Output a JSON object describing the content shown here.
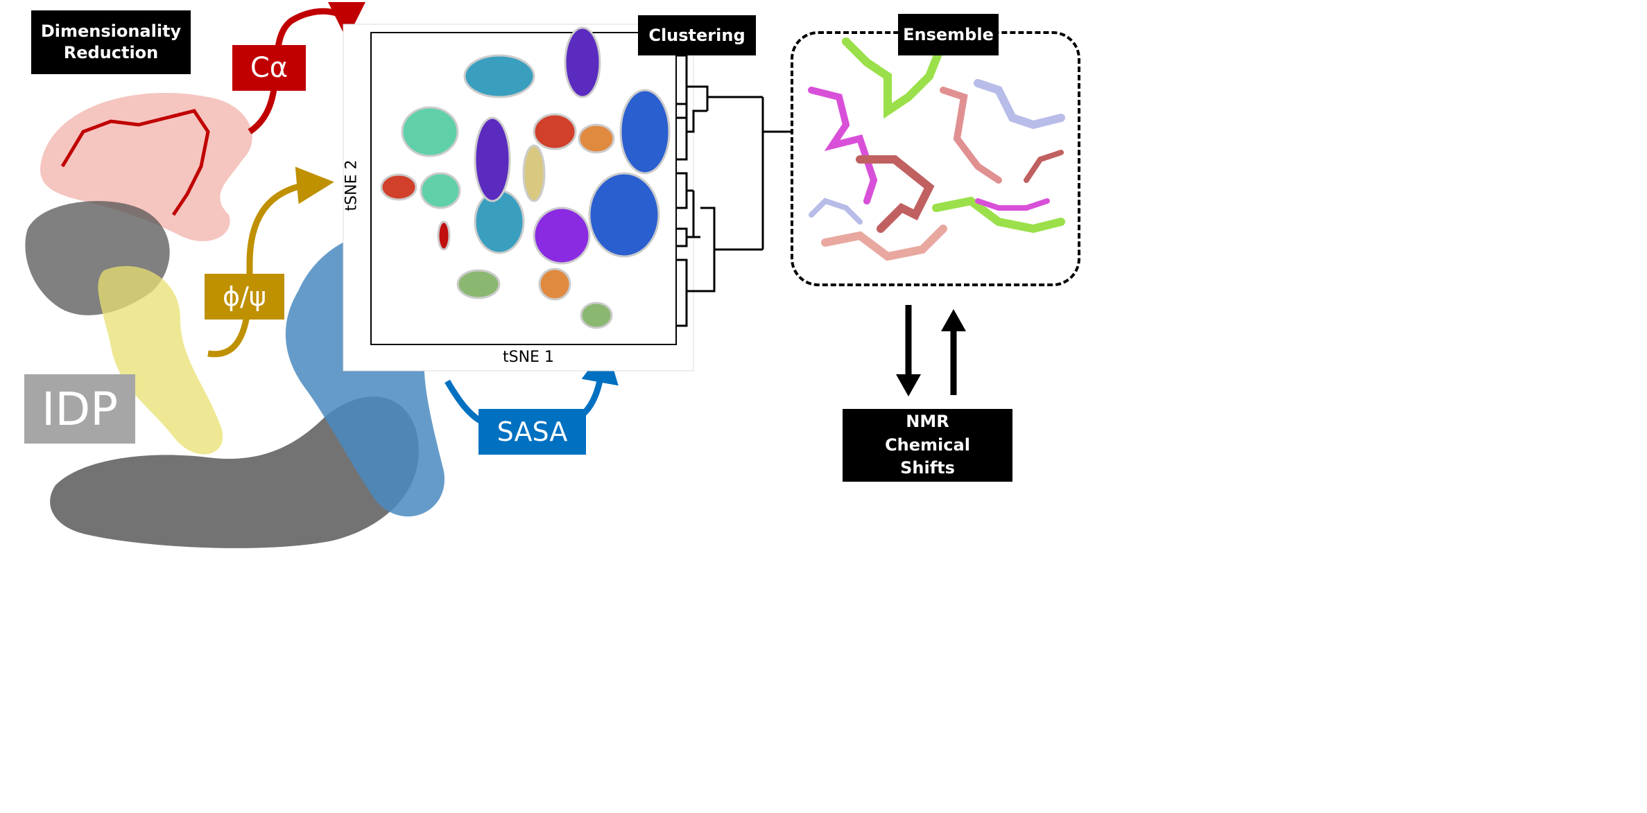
{
  "labels": {
    "dimensionality_reduction": "Dimensionality Reduction",
    "calpha": "Cα",
    "phipsi": "ϕ/ψ",
    "sasa": "SASA",
    "idp": "IDP",
    "clustering": "Clustering",
    "ensemble": "Ensemble",
    "nmr": "NMR Chemical Shifts"
  },
  "plot": {
    "xlabel": "tSNE 1",
    "ylabel": "tSNE 2"
  },
  "colors": {
    "calpha": "#c00000",
    "phipsi": "#bf9000",
    "sasa": "#0070c0",
    "idp": "#a6a6a6",
    "cluster_colors": [
      "#3a9fbf",
      "#5b2bbf",
      "#2a5fd0",
      "#d0402a",
      "#e08a40",
      "#d8c880",
      "#5fd0a8",
      "#8ab870",
      "#c01010",
      "#8a2be2"
    ]
  }
}
